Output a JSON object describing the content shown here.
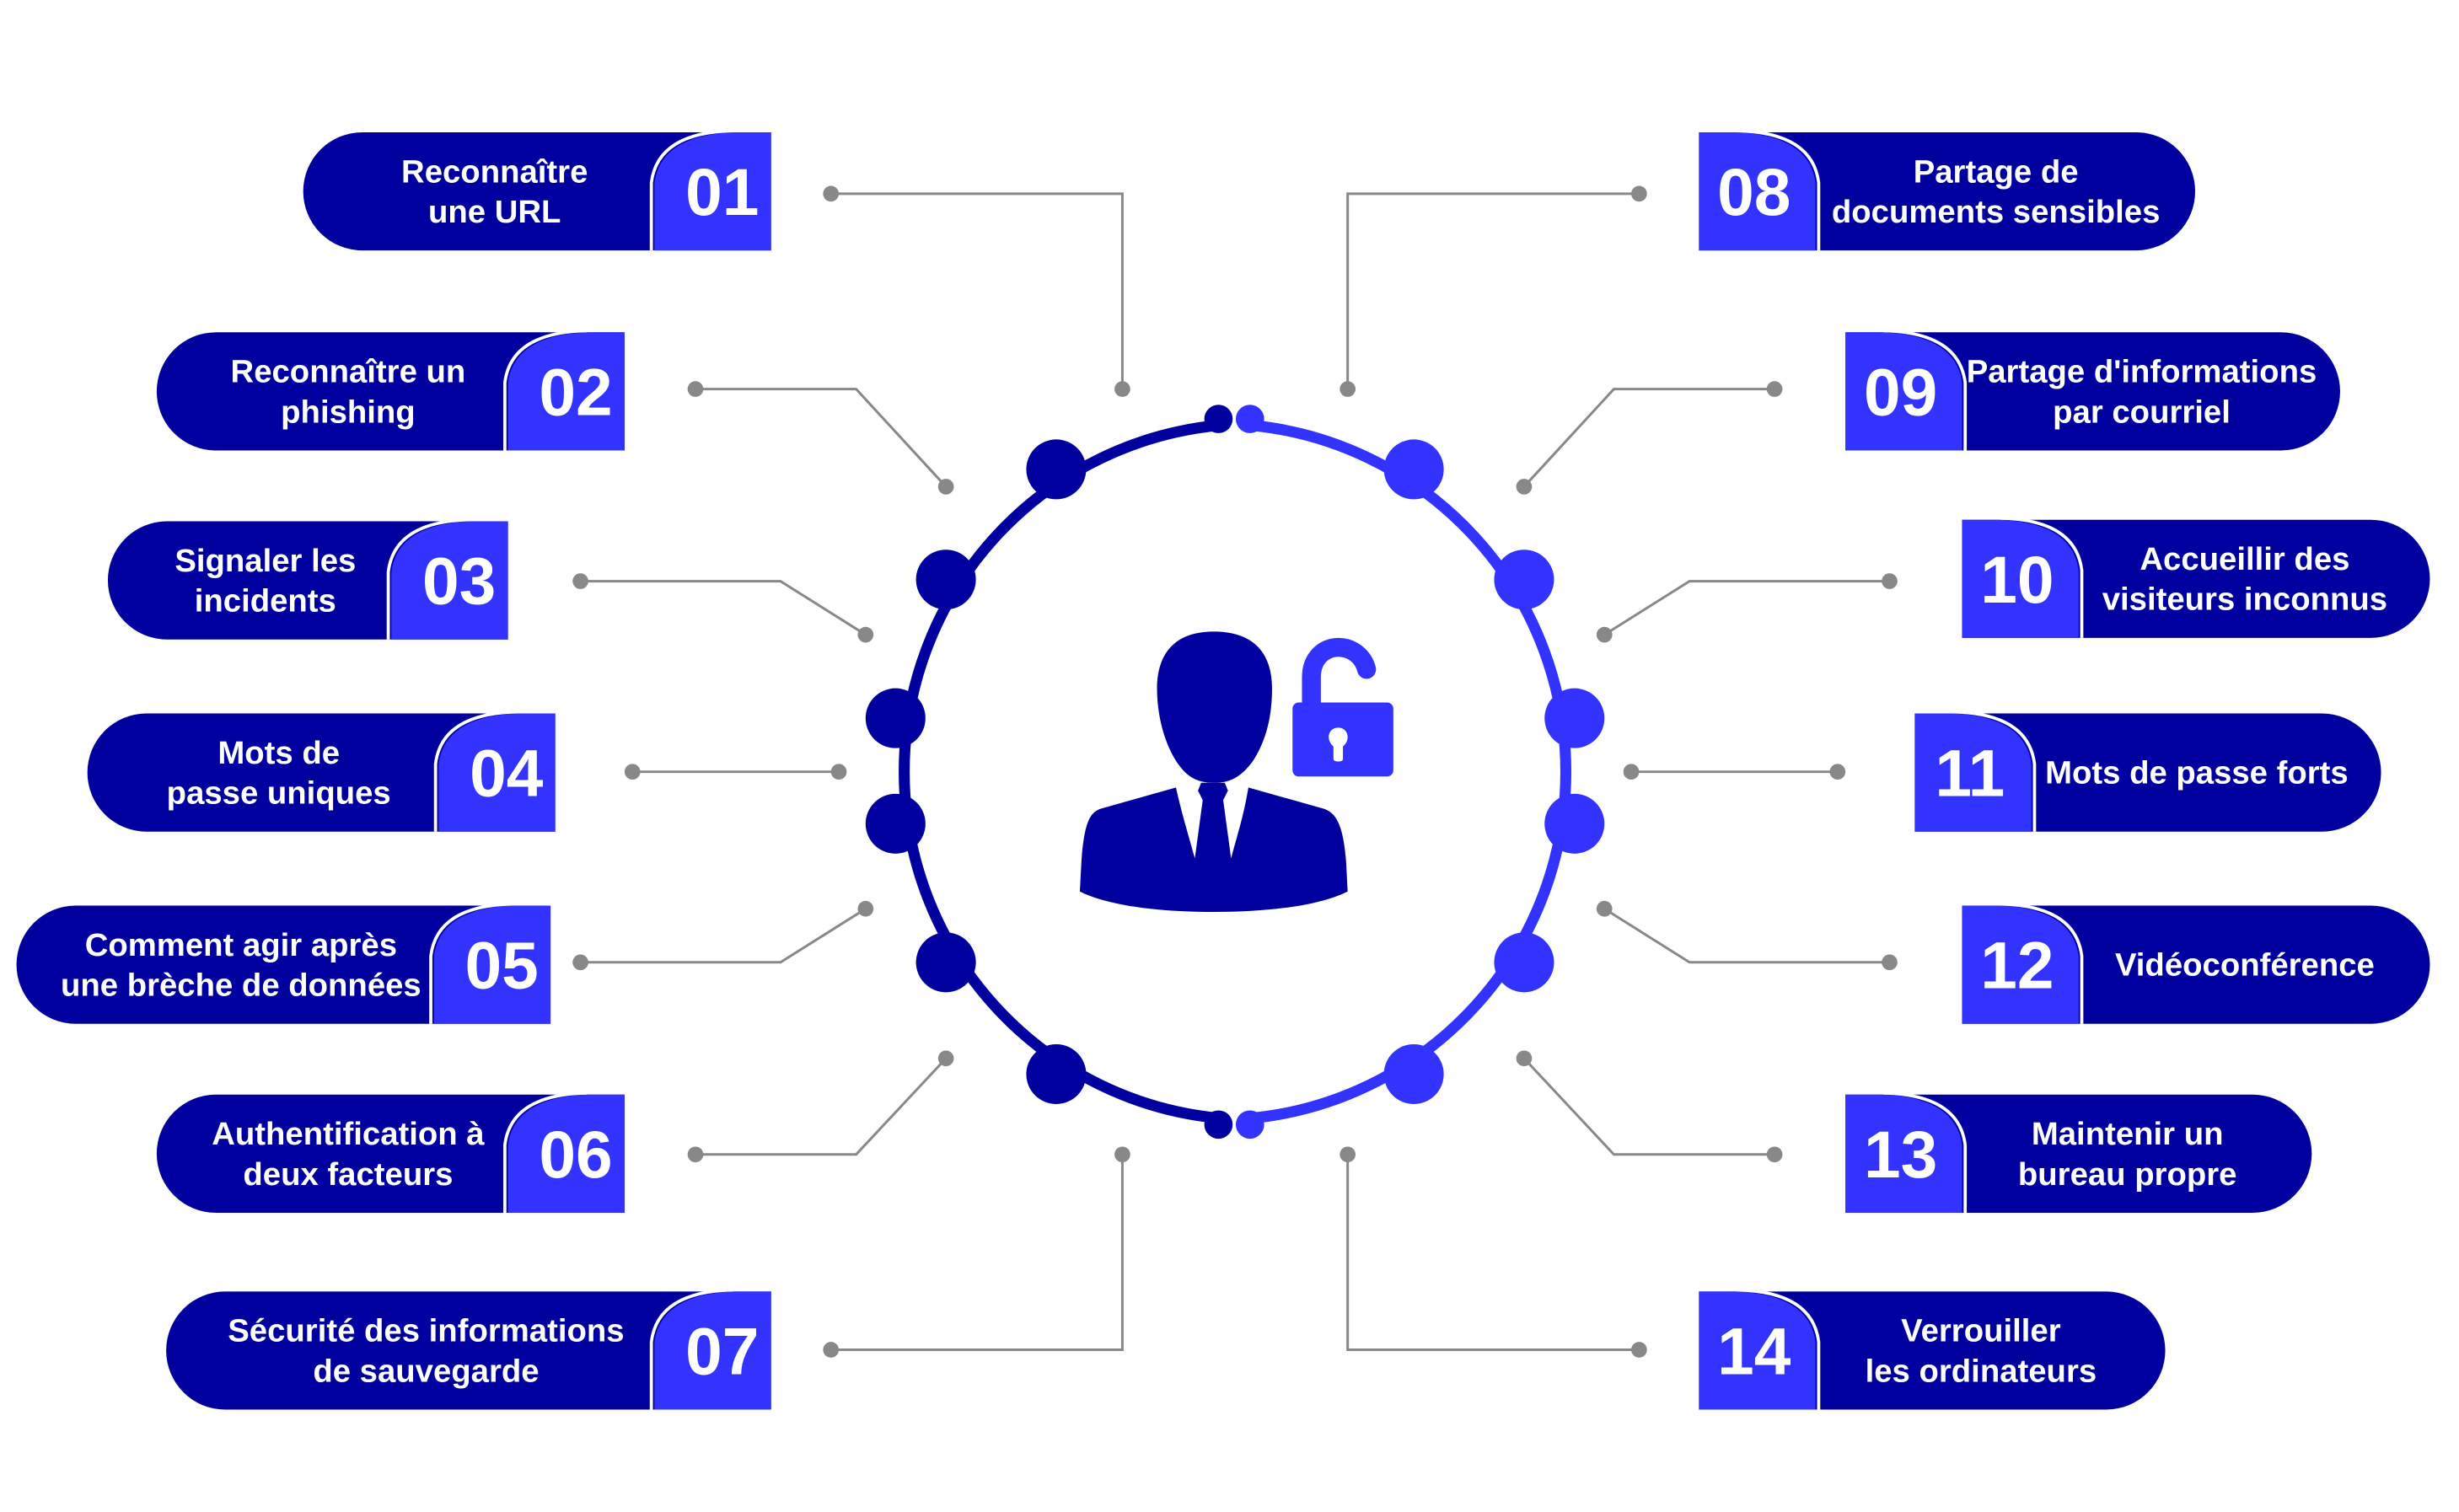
{
  "colors": {
    "dark": "#00009E",
    "light": "#3333FF",
    "connector": "#888888"
  },
  "center_icons": [
    "user-icon",
    "unlocked-padlock-icon"
  ],
  "items": [
    {
      "number": "01",
      "lines": [
        "Reconnaître",
        "une URL"
      ]
    },
    {
      "number": "02",
      "lines": [
        "Reconnaître un",
        "phishing"
      ]
    },
    {
      "number": "03",
      "lines": [
        "Signaler les",
        "incidents"
      ]
    },
    {
      "number": "04",
      "lines": [
        "Mots de",
        "passe uniques"
      ]
    },
    {
      "number": "05",
      "lines": [
        "Comment agir après",
        "une brèche de données"
      ]
    },
    {
      "number": "06",
      "lines": [
        "Authentification à",
        "deux facteurs"
      ]
    },
    {
      "number": "07",
      "lines": [
        "Sécurité des informations",
        "de sauvegarde"
      ]
    },
    {
      "number": "08",
      "lines": [
        "Partage de",
        "documents sensibles"
      ]
    },
    {
      "number": "09",
      "lines": [
        "Partage d'informations",
        "par courriel"
      ]
    },
    {
      "number": "10",
      "lines": [
        "Accueillir des",
        "visiteurs inconnus"
      ]
    },
    {
      "number": "11",
      "lines": [
        "Mots de passe forts"
      ]
    },
    {
      "number": "12",
      "lines": [
        "Vidéoconférence"
      ]
    },
    {
      "number": "13",
      "lines": [
        "Maintenir un",
        "bureau propre"
      ]
    },
    {
      "number": "14",
      "lines": [
        "Verrouiller",
        "les ordinateurs"
      ]
    }
  ]
}
